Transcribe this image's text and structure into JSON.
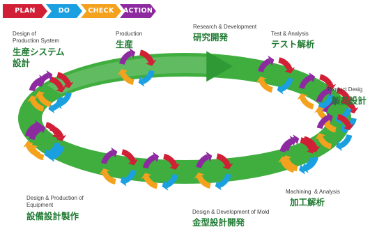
{
  "legend": [
    {
      "label": "PLAN",
      "color": "#d11f36"
    },
    {
      "label": "DO",
      "color": "#1a9fe0"
    },
    {
      "label": "CHECK",
      "color": "#f4a11d"
    },
    {
      "label": "ACTION",
      "color": "#8d2aa0"
    }
  ],
  "ring_color": "#3fae3f",
  "cycles": [
    {
      "arrows": [
        "plan",
        "do",
        "check",
        "action"
      ]
    },
    {
      "arrows": [
        "plan",
        "do",
        "check",
        "action"
      ]
    },
    {
      "arrows": [
        "plan",
        "do",
        "check",
        "action"
      ]
    },
    {
      "arrows": [
        "plan",
        "do",
        "check",
        "action"
      ]
    },
    {
      "arrows": [
        "plan",
        "do",
        "check",
        "action"
      ]
    },
    {
      "arrows": [
        "plan",
        "do",
        "check",
        "action"
      ]
    },
    {
      "arrows": [
        "plan",
        "do",
        "check",
        "action"
      ]
    },
    {
      "arrows": [
        "plan",
        "do",
        "check",
        "action"
      ]
    },
    {
      "arrows": [
        "plan",
        "do",
        "check",
        "action"
      ]
    },
    {
      "arrows": [
        "plan",
        "do",
        "check",
        "action"
      ]
    }
  ],
  "labels": {
    "design_production_system": {
      "en": "Design of\nProduction System",
      "ja": "生産システム\n設計"
    },
    "production": {
      "en": "Production",
      "ja": "生産"
    },
    "research_development": {
      "en": "Research & Development",
      "ja": "研究開発"
    },
    "test_analysis": {
      "en": "Test & Analysis",
      "ja": "テスト解析"
    },
    "product_design": {
      "en": "Product Desig",
      "ja": "製品設計"
    },
    "machining_analysis": {
      "en": "Machining  & Analysis",
      "ja": "加工解析"
    },
    "mold": {
      "en": "Design & Development of Mold",
      "ja": "金型設計開発"
    },
    "equipment": {
      "en": "Design & Production of\nEquipment",
      "ja": "設備設計製作"
    }
  }
}
